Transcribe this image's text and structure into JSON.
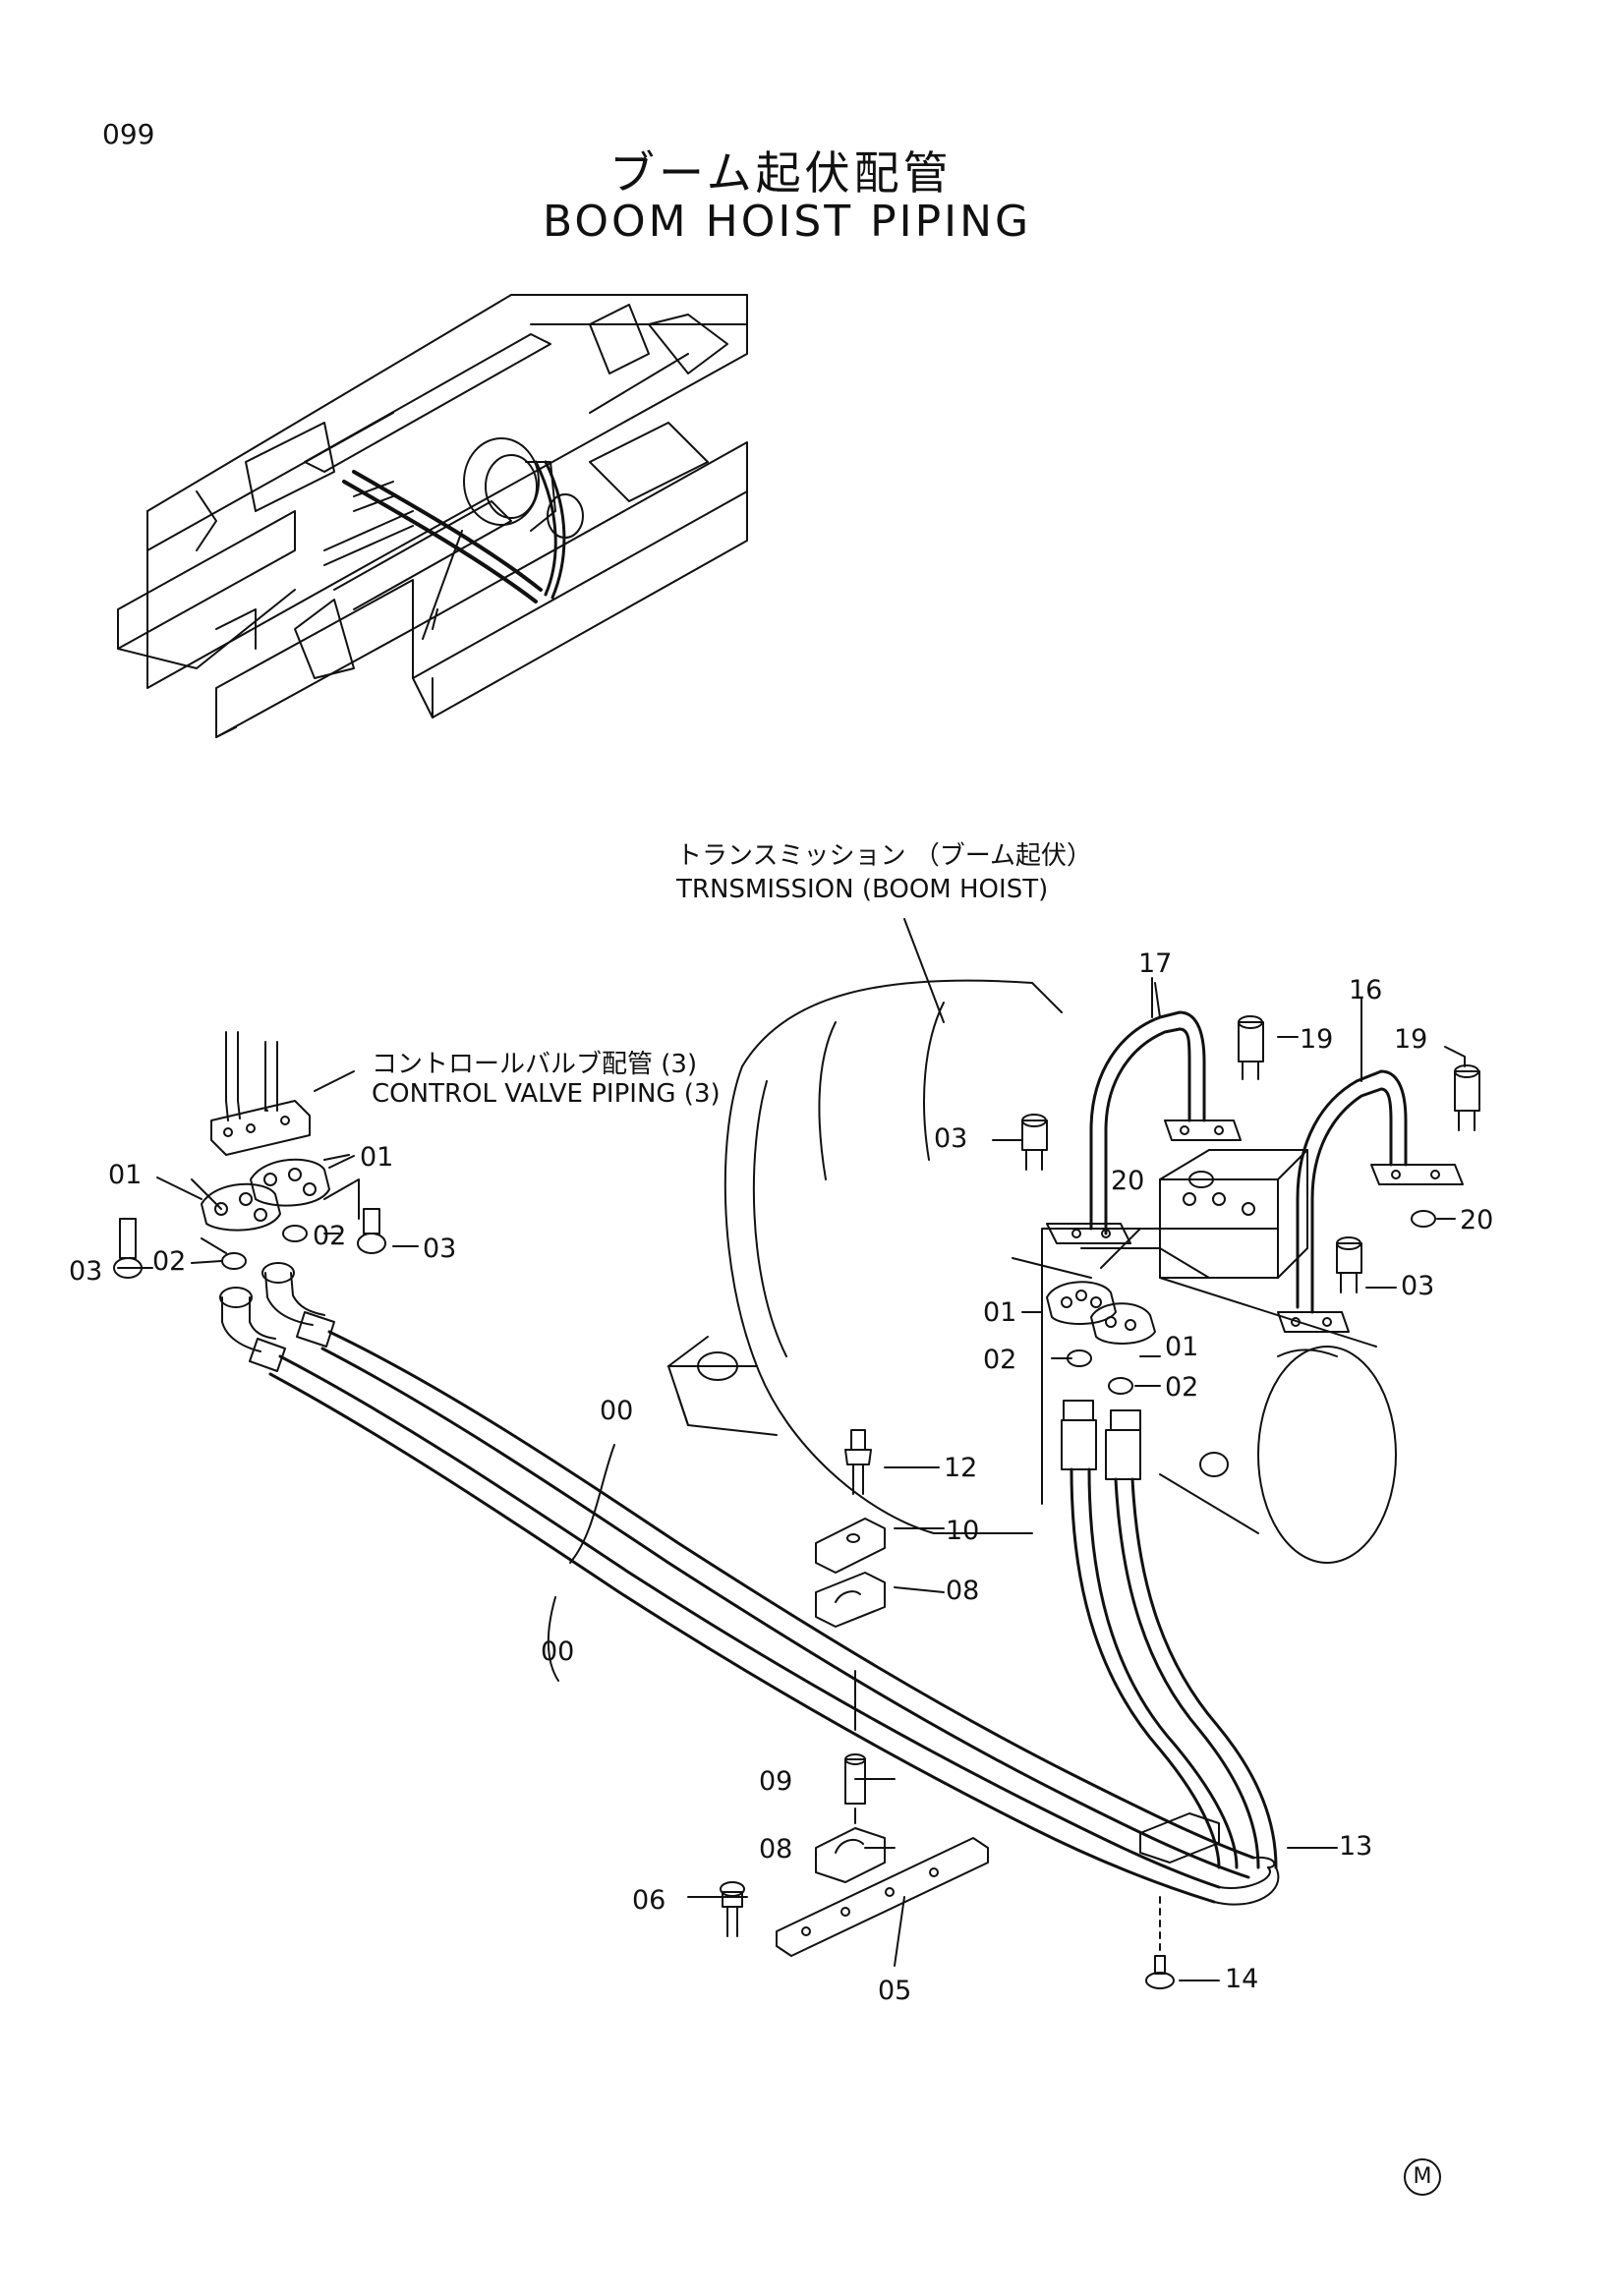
{
  "page_number": "099",
  "title_jp": "ブーム起伏配管",
  "title_en": "BOOM HOIST PIPING",
  "labels": {
    "transmission_jp": "トランスミッション （ブーム起伏）",
    "transmission_en": "TRNSMISSION (BOOM HOIST)",
    "control_valve_jp": "コントロールバルブ配管 (3)",
    "control_valve_en": "CONTROL VALVE PIPING (3)"
  },
  "callouts": [
    "01",
    "01",
    "01",
    "01",
    "02",
    "02",
    "02",
    "02",
    "03",
    "03",
    "03",
    "03",
    "00",
    "00",
    "12",
    "10",
    "08",
    "08",
    "09",
    "06",
    "05",
    "13",
    "14",
    "17",
    "16",
    "19",
    "19",
    "20",
    "20"
  ],
  "corner_mark": "M"
}
